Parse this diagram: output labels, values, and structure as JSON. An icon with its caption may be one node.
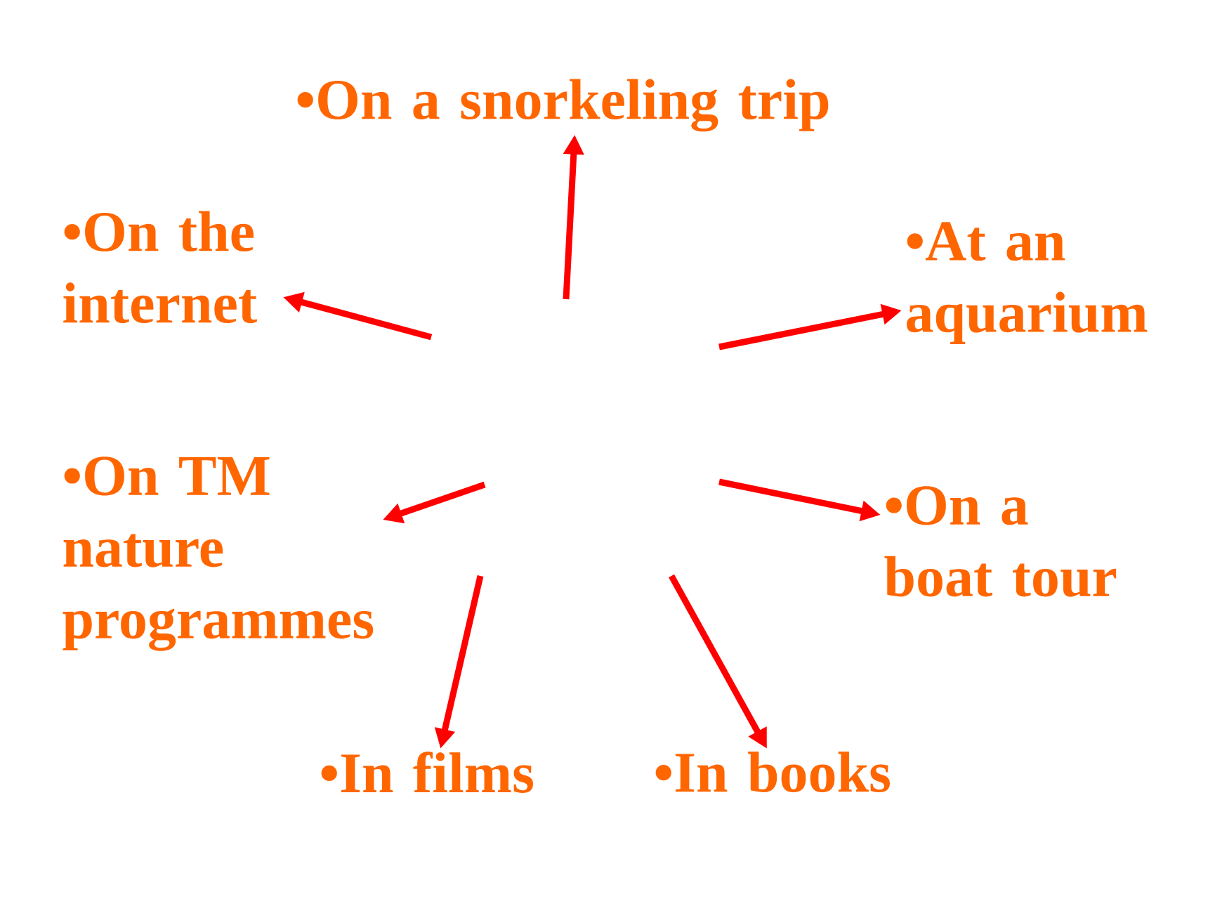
{
  "diagram": {
    "nodes": [
      {
        "text": [
          "•On a snorkeling trip"
        ]
      },
      {
        "text": [
          "•On the internet"
        ]
      },
      {
        "text": [
          "•At an aquarium"
        ]
      },
      {
        "text": [
          "•On TM nature programmes"
        ]
      },
      {
        "text": [
          "•On a boat tour"
        ]
      },
      {
        "text": [
          "•In films"
        ]
      },
      {
        "text": [
          "•In books"
        ]
      }
    ],
    "edges": [
      {
        "from": null,
        "to": 0,
        "arrow": "to"
      },
      {
        "from": null,
        "to": 1,
        "arrow": "to"
      },
      {
        "from": null,
        "to": 2,
        "arrow": "to"
      },
      {
        "from": null,
        "to": 3,
        "arrow": "to"
      },
      {
        "from": null,
        "to": 4,
        "arrow": "to"
      },
      {
        "from": null,
        "to": 5,
        "arrow": "to"
      },
      {
        "from": null,
        "to": 6,
        "arrow": "to"
      }
    ]
  }
}
